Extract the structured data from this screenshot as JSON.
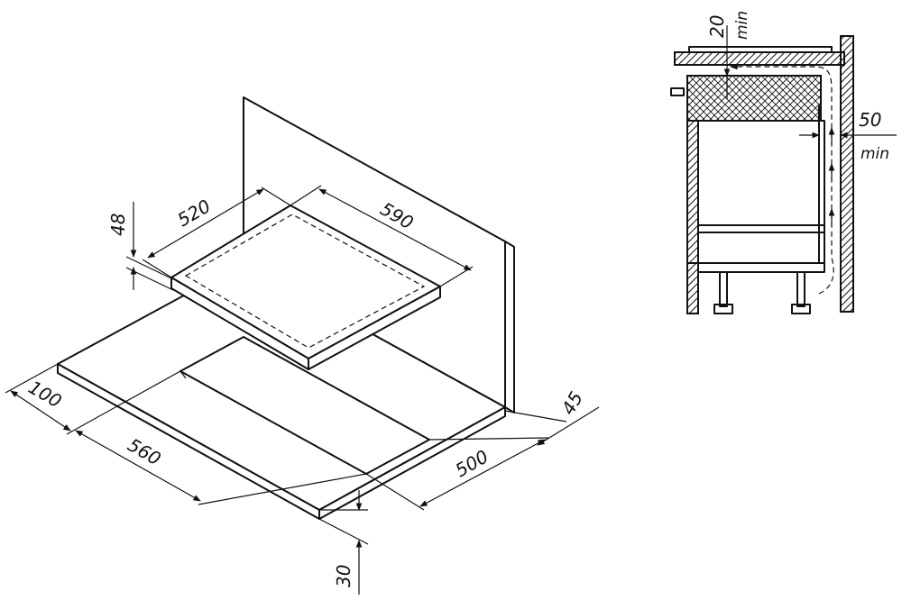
{
  "dimensions": {
    "hob_depth": "520",
    "hob_width": "590",
    "hob_height": "48",
    "front_offset": "100",
    "cutout_width": "560",
    "cutout_depth": "500",
    "back_offset": "45",
    "worktop_thickness": "30",
    "top_gap_value": "20",
    "top_gap_unit": "min",
    "rear_gap_value": "50",
    "rear_gap_unit": "min"
  },
  "colors": {
    "line": "#111111",
    "background": "#ffffff"
  }
}
